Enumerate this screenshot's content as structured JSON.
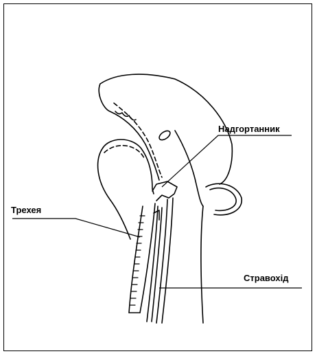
{
  "labels": {
    "epiglottis": "Надгортанник",
    "trachea": "Трехея",
    "esophagus": "Стравохід"
  },
  "colors": {
    "line": "#000000",
    "background": "#ffffff"
  }
}
